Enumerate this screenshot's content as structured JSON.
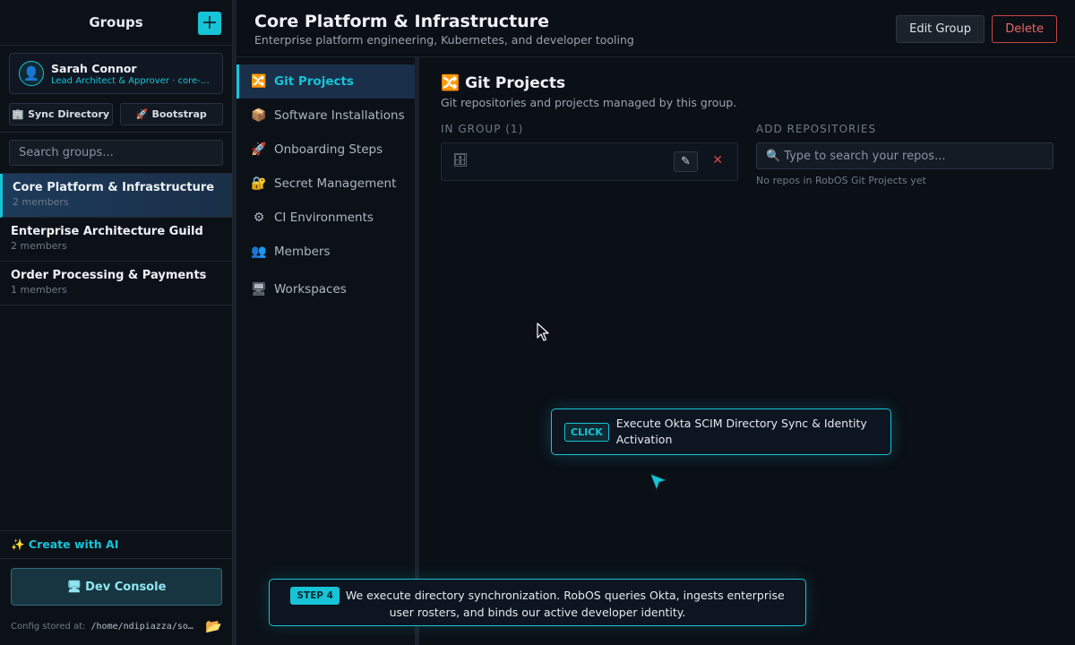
{
  "sidebar": {
    "title": "Groups",
    "add_label": "+",
    "user": {
      "name": "Sarah Connor",
      "role": "Lead Architect & Approver · core-platform"
    },
    "actions": [
      {
        "icon": "🏢",
        "label": "Sync Directory"
      },
      {
        "icon": "🚀",
        "label": "Bootstrap"
      }
    ],
    "search_placeholder": "Search groups...",
    "groups": [
      {
        "name": "Core Platform & Infrastructure",
        "meta": "2 members"
      },
      {
        "name": "Enterprise Architecture Guild",
        "meta": "2 members"
      },
      {
        "name": "Order Processing & Payments",
        "meta": "1 members"
      }
    ],
    "create_ai": "✨ Create with AI",
    "dev_console": "Dev Console",
    "config_label": "Config stored at:",
    "config_path": "/home/ndipiazza/source/robos"
  },
  "header": {
    "title": "Core Platform & Infrastructure",
    "subtitle": "Enterprise platform engineering, Kubernetes, and developer tooling",
    "edit_label": "Edit Group",
    "delete_label": "Delete"
  },
  "subnav": [
    {
      "icon": "🔀",
      "label": "Git Projects"
    },
    {
      "icon": "📦",
      "label": "Software Installations"
    },
    {
      "icon": "🚀",
      "label": "Onboarding Steps"
    },
    {
      "icon": "🔐",
      "label": "Secret Management"
    },
    {
      "icon": "⚙",
      "label": "CI Environments"
    },
    {
      "icon": "👥",
      "label": "Members"
    },
    {
      "icon": "🖥",
      "label": "Workspaces"
    }
  ],
  "content": {
    "title": "🔀 Git Projects",
    "subtitle": "Git repositories and projects managed by this group.",
    "in_group_label": "IN GROUP (1)",
    "add_label": "ADD REPOSITORIES",
    "repo_search_placeholder": "Type to search your repos...",
    "no_repos": "No repos in RobOS Git Projects yet"
  },
  "overlay": {
    "click_badge": "CLICK",
    "click_text": "Execute Okta SCIM Directory Sync & Identity Activation",
    "step_badge": "STEP 4",
    "step_text": "We execute directory synchronization. RobOS queries Okta, ingests enterprise user rosters, and binds our active developer identity."
  },
  "colors": {
    "accent": "#17c3d6",
    "danger": "#c84646",
    "background": "#0b0f16"
  }
}
